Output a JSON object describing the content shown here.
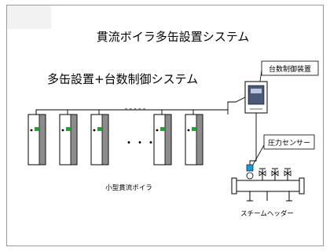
{
  "diagram": {
    "title": "貫流ボイラ多缶設置システム",
    "subtitle": "多缶設置+台数制御システム",
    "controller_label": "台数制御装置",
    "sensor_label": "圧力センサー",
    "boilers_label": "小型貫流ボイラ",
    "header_label": "スチームヘッダー",
    "ellipsis": "・・・",
    "dashes": "- - - - -"
  },
  "colors": {
    "boiler_screen": "#2e9c3b",
    "controller_panel": "#4a5a78",
    "sensor": "#1c98d6",
    "pipe": "#000000",
    "header_fill": "#ffffff"
  }
}
